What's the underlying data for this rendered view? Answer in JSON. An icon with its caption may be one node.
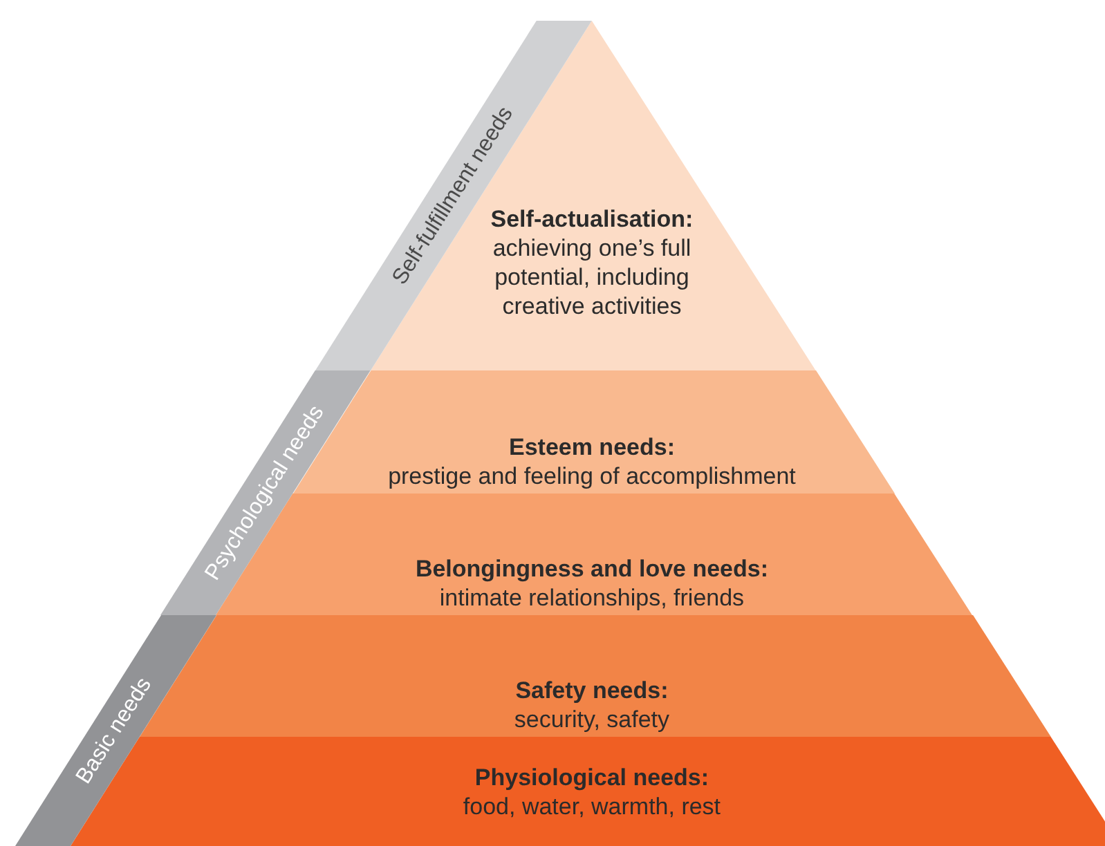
{
  "diagram": {
    "nodes": [
      {
        "text": [
          "Self-actualisation:",
          "achieving one’s full potential, including creative activities"
        ]
      },
      {
        "text": [
          "Esteem needs:",
          "prestige and feeling of accomplishment"
        ]
      },
      {
        "text": [
          "Belongingness and love needs:",
          "intimate relationships, friends"
        ]
      },
      {
        "text": [
          "Safety needs:",
          "security, safety"
        ]
      },
      {
        "text": [
          "Physiological needs:",
          "food, water, warmth, rest"
        ]
      },
      {
        "text": [
          "Self-fulfillment needs"
        ]
      },
      {
        "text": [
          "Psychological needs"
        ]
      },
      {
        "text": [
          "Basic needs"
        ]
      }
    ],
    "edges": []
  }
}
